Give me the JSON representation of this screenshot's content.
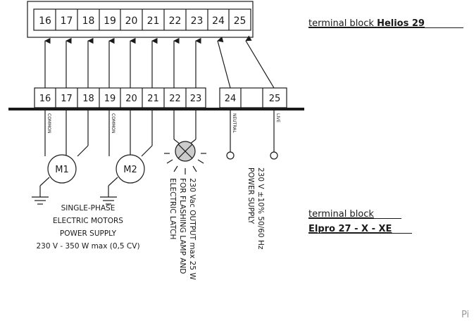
{
  "top_block": {
    "terminals": [
      "16",
      "17",
      "18",
      "19",
      "20",
      "21",
      "22",
      "23",
      "24",
      "25"
    ],
    "label_prefix": "terminal block ",
    "label_name": "Helios 29"
  },
  "bottom_block": {
    "terminals": [
      "16",
      "17",
      "18",
      "19",
      "20",
      "21",
      "22",
      "23",
      "24",
      "25"
    ],
    "label_prefix": "terminal block",
    "label_name": "Elpro 27 - X - XE"
  },
  "tags": {
    "common": "COMMON",
    "neutral": "NEUTRAL",
    "live": "LIVE"
  },
  "motors": {
    "m1": "M1",
    "m2": "M2",
    "note_lines": [
      "SINGLE-PHASE",
      "ELECTRIC MOTORS",
      "POWER SUPPLY",
      "230 V - 350 W max (0,5 CV)"
    ]
  },
  "lamp": {
    "lines": [
      "230 Vac OUTPUT max 25 W",
      "FOR FLASHING LAMP AND",
      "ELECTRIC LATCH"
    ]
  },
  "power": {
    "lines": [
      "230 V ±10% 50/60 Hz",
      "POWER SUPPLY"
    ]
  },
  "watermark": "Pi",
  "colors": {
    "ink": "#1a1a1a",
    "lamp_fill": "#cccccc",
    "watermark": "#999999"
  }
}
